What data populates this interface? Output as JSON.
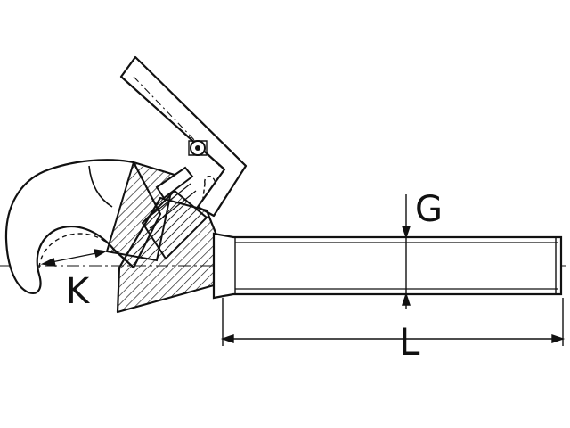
{
  "drawing": {
    "labels": {
      "G": "G",
      "K": "K",
      "L": "L"
    },
    "colors": {
      "stroke": "#111111",
      "background": "#ffffff"
    }
  }
}
